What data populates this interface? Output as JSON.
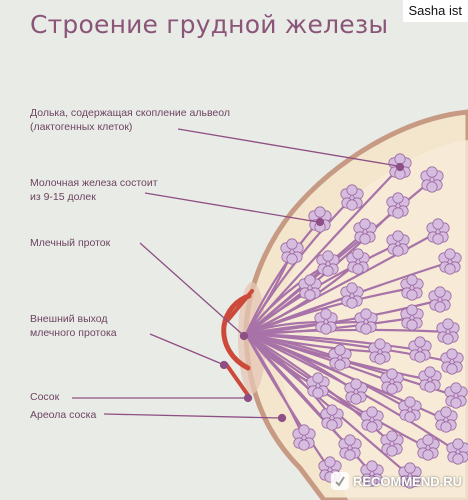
{
  "header": {
    "title": "Строение грудной железы",
    "user_tag": "Sasha ist"
  },
  "labels": {
    "lobule": "Долька, содержащая скопление альвеол\n(лактогенных клеток)",
    "gland": "Молочная железа состоит\nиз 9-15 долек",
    "duct": "Млечный проток",
    "duct_outlet": "Внешний выход\nмлечного протока",
    "nipple": "Сосок",
    "areola": "Ареола соска"
  },
  "watermark": {
    "text": "RECOMMEND.RU"
  },
  "colors": {
    "background": "#e9ebe6",
    "breast_fill": "#f3e6cd",
    "breast_outline": "#c79a84",
    "duct": "#a873a8",
    "lobule_fill": "#d6bde0",
    "lobule_stroke": "#9c6aa2",
    "nipple": "#cd4a3a",
    "label_text": "#6d4563",
    "leader_line": "#8e4f85"
  }
}
